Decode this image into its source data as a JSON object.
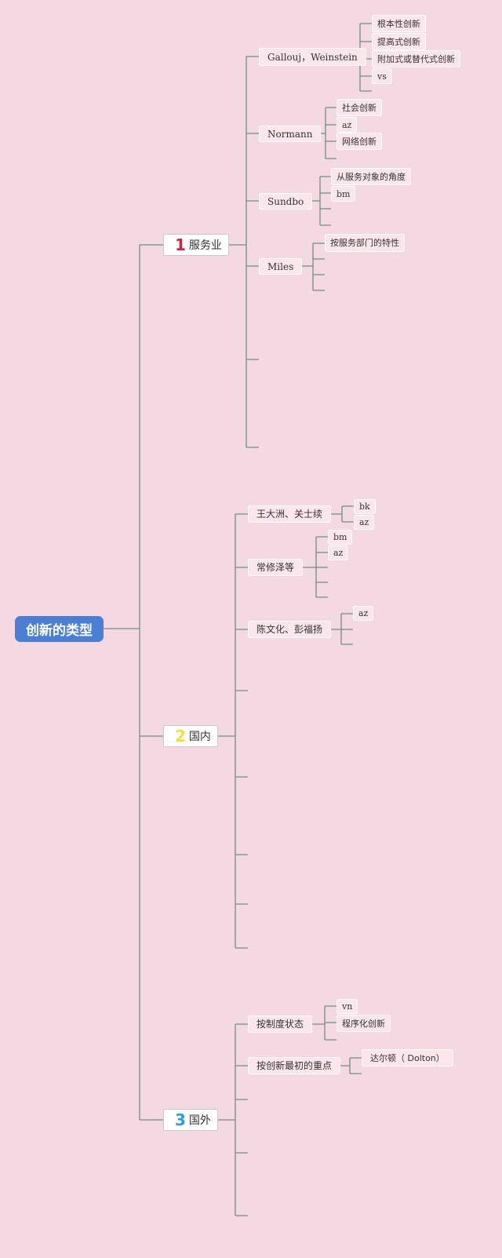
{
  "root": "创新的类型",
  "branches": [
    {
      "num": "1",
      "label": "服务业",
      "color": "#d9213f"
    },
    {
      "num": "2",
      "label": "国内",
      "color": "#f2df3a"
    },
    {
      "num": "3",
      "label": "国外",
      "color": "#2e9fd8"
    }
  ],
  "service": {
    "gallouj": {
      "label": "Gallouj，Weinstein",
      "children": [
        "根本性创新",
        "提高式创新",
        "附加式或替代式创新",
        "vs"
      ]
    },
    "normann": {
      "label": "Normann",
      "children": [
        "社会创新",
        "az",
        "网络创新"
      ]
    },
    "sundbo": {
      "label": "Sundbo",
      "children": [
        "从服务对象的角度",
        "bm"
      ]
    },
    "miles": {
      "label": "Miles",
      "children": [
        "按服务部门的特性"
      ]
    }
  },
  "domestic": {
    "wang": {
      "label": "王大洲、关士续",
      "children": [
        "bk",
        "az"
      ]
    },
    "chang": {
      "label": "常修泽等",
      "children": [
        "bm",
        "az"
      ]
    },
    "chen": {
      "label": "陈文化、彭福扬",
      "children": [
        "az"
      ]
    }
  },
  "foreign": {
    "zhidu": {
      "label": "按制度状态",
      "children": [
        "vn",
        "程序化创新"
      ]
    },
    "zhongdian": {
      "label": "按创新最初的重点",
      "children": [
        "达尔顿（ Dolton）"
      ]
    }
  }
}
